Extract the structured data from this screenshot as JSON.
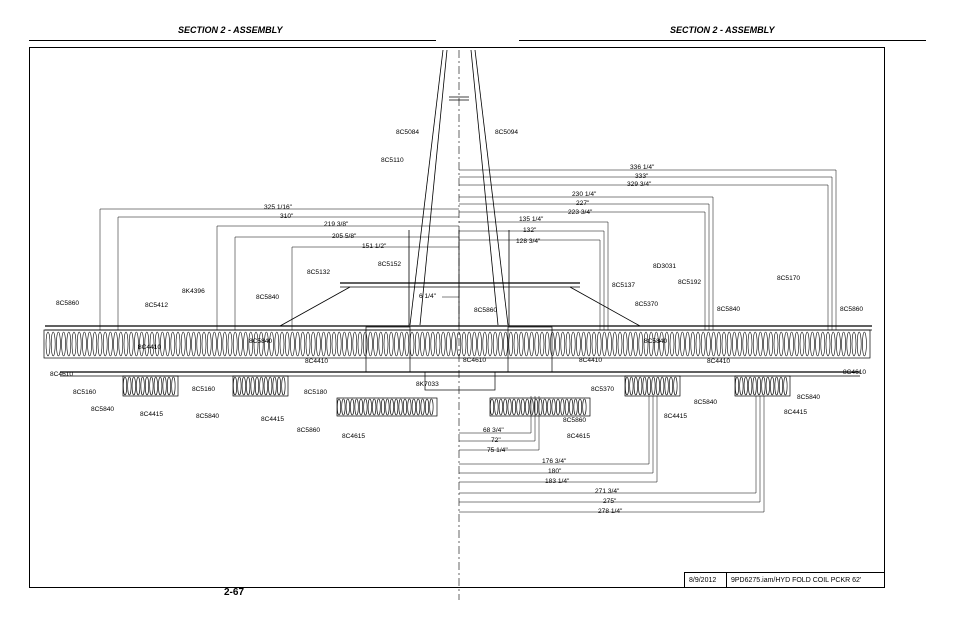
{
  "header": {
    "left": "SECTION 2 - ASSEMBLY",
    "right": "SECTION 2 - ASSEMBLY"
  },
  "page_number": "2-67",
  "title_block": {
    "date": "8/9/2012",
    "file": "9PD6275.iam/HYD FOLD COIL PCKR 62'"
  },
  "dimensions": {
    "top_right": [
      "336 1/4\"",
      "333\"",
      "329 3/4\""
    ],
    "right_mid": [
      "230 1/4\"",
      "227\"",
      "223 3/4\""
    ],
    "right_inner": [
      "135 1/4\"",
      "132\"",
      "128 3/4\""
    ],
    "left": [
      "325 1/16\"",
      "310\"",
      "219 3/8\"",
      "205 5/8\"",
      "151 1/2\""
    ],
    "small": "6 1/4\"",
    "bottom": [
      "68 3/4\"",
      "72\"",
      "75 1/4\"",
      "176 3/4\"",
      "180\"",
      "183 1/4\"",
      "271 3/4\"",
      "275\"",
      "278 1/4\""
    ]
  },
  "parts": [
    "8C5084",
    "8C5094",
    "8C5110",
    "8C5132",
    "8C5152",
    "8K4396",
    "8C5412",
    "8C5860",
    "8C4410",
    "8C5840",
    "8C5840",
    "8C4410",
    "8C5860",
    "8C4610",
    "8C4410",
    "8C5137",
    "8D3031",
    "8C5192",
    "8C5370",
    "8C5840",
    "8C5840",
    "8C4410",
    "8C5170",
    "8C5860",
    "8C4610",
    "8C5160",
    "8C5840",
    "8C4415",
    "8C5160",
    "8C5840",
    "8C4415",
    "8C5180",
    "8C5860",
    "8C4615",
    "8K7033",
    "8C5370",
    "8C5860",
    "8C4615",
    "8C4415",
    "8C5840",
    "8C5840",
    "8C4415",
    "8C4610"
  ]
}
